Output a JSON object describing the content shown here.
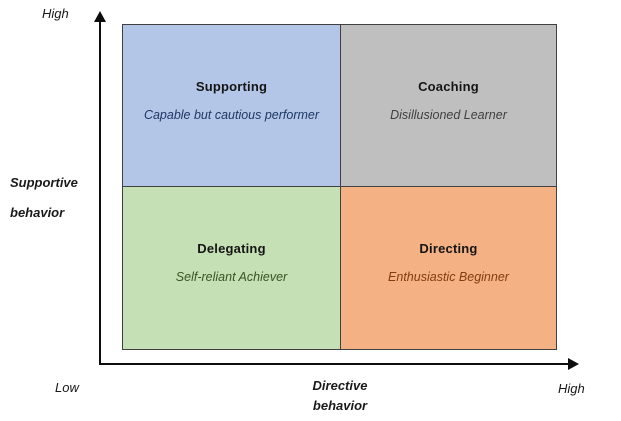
{
  "diagram_type": "2x2-quadrant-matrix",
  "axes": {
    "y": {
      "label_line1": "Supportive",
      "label_line2": "behavior",
      "high_label": "High"
    },
    "x": {
      "label_line1": "Directive",
      "label_line2": "behavior",
      "low_label": "Low",
      "high_label": "High"
    }
  },
  "quadrants": [
    {
      "position": "top-left",
      "title": "Supporting",
      "subtitle": "Capable but cautious performer",
      "fill": "#B4C6E7",
      "subtitle_color": "#1F3864"
    },
    {
      "position": "top-right",
      "title": "Coaching",
      "subtitle": "Disillusioned Learner",
      "fill": "#BFBFBF",
      "subtitle_color": "#404040"
    },
    {
      "position": "bottom-left",
      "title": "Delegating",
      "subtitle": "Self-reliant Achiever",
      "fill": "#C5E0B4",
      "subtitle_color": "#375623"
    },
    {
      "position": "bottom-right",
      "title": "Directing",
      "subtitle": "Enthusiastic Beginner",
      "fill": "#F4B183",
      "subtitle_color": "#843C0C"
    }
  ],
  "colors": {
    "axis": "#0d0d0d",
    "grid_border": "#404040",
    "background": "#ffffff",
    "title_text": "#151515"
  }
}
